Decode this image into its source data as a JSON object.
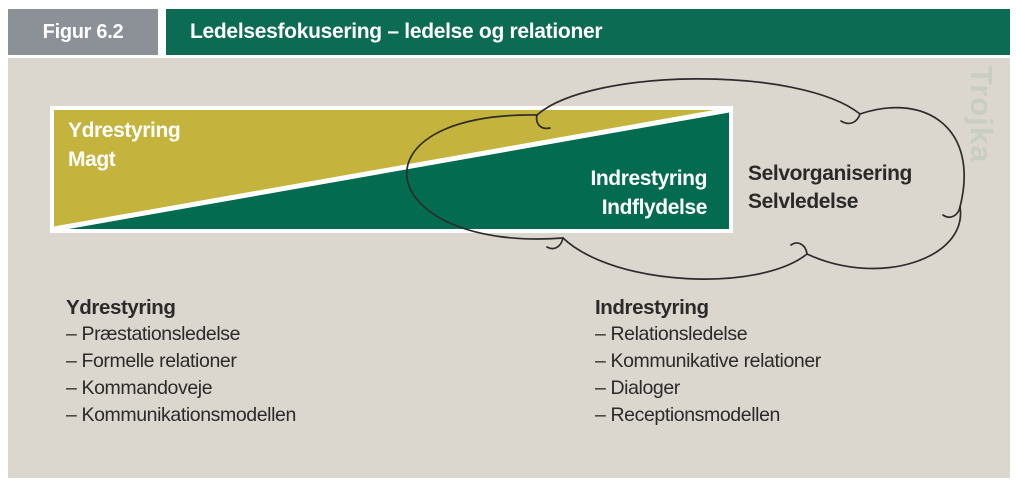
{
  "header": {
    "figure_label": "Figur 6.2",
    "title": "Ledelsesfokusering – ledelse og relationer"
  },
  "watermark": "Trojka",
  "diagram": {
    "outer_label": {
      "line1": "Ydrestyring",
      "line2": "Magt"
    },
    "inner_label": {
      "line1": "Indrestyring",
      "line2": "Indflydelse"
    },
    "cloud_label": {
      "line1": "Selvorganisering",
      "line2": "Selvledelse"
    }
  },
  "lists": {
    "left": {
      "title": "Ydrestyring",
      "items": [
        "– Præstationsledelse",
        "– Formelle relationer",
        "– Kommandoveje",
        "– Kommunikationsmodellen"
      ]
    },
    "right": {
      "title": "Indrestyring",
      "items": [
        "– Relationsledelse",
        "– Kommunikative relationer",
        "– Dialoger",
        "– Receptionsmodellen"
      ]
    }
  },
  "colors": {
    "beige": "#dbd7cf",
    "yellow": "#c4b33c",
    "green": "#036b50",
    "header_green": "#0c6b53",
    "header_gray": "#8b9196",
    "cloud_stroke": "#2e2c2a",
    "text_dark": "#2b2a28",
    "watermark": "#c9cec3"
  }
}
